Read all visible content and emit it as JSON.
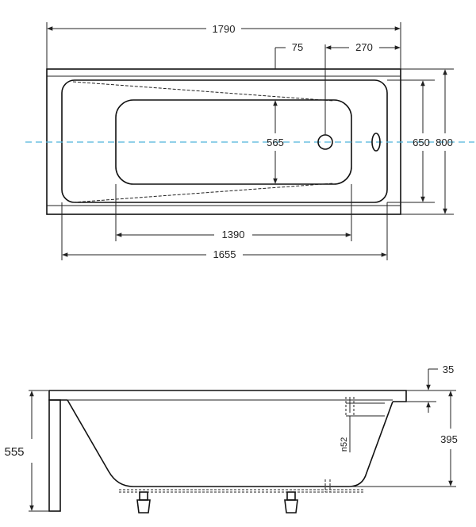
{
  "top_view": {
    "overall_length": "1790",
    "inner_length": "1655",
    "basin_length": "1390",
    "overflow_offset": "75",
    "drain_offset": "270",
    "basin_width": "565",
    "inner_width": "650",
    "overall_width": "800"
  },
  "side_view": {
    "total_height": "555",
    "rim_thickness": "35",
    "basin_depth": "395",
    "overflow_diameter": "n52"
  },
  "colors": {
    "line": "#222222",
    "centerline": "#4fb3d9"
  }
}
